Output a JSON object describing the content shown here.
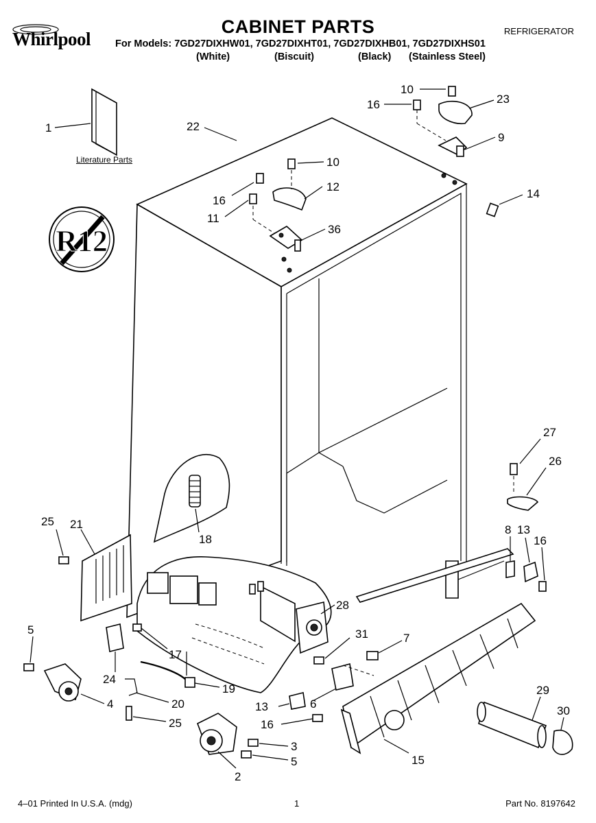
{
  "header": {
    "brand": "Whirlpool",
    "title": "CABINET PARTS",
    "category": "REFRIGERATOR",
    "models_line": "For Models: 7GD27DIXHW01, 7GD27DIXHT01, 7GD27DIXHB01, 7GD27DIXHS01",
    "variants": [
      "(White)",
      "(Biscuit)",
      "(Black)",
      "(Stainless Steel)"
    ]
  },
  "badge": {
    "text": "R12"
  },
  "literature": {
    "label": "Literature Parts"
  },
  "callouts": [
    "1",
    "22",
    "10",
    "16",
    "23",
    "9",
    "10",
    "12",
    "16",
    "11",
    "36",
    "14",
    "27",
    "26",
    "18",
    "25",
    "21",
    "8",
    "13",
    "16",
    "28",
    "5",
    "31",
    "7",
    "17",
    "24",
    "19",
    "6",
    "20",
    "13",
    "4",
    "25",
    "16",
    "29",
    "30",
    "3",
    "5",
    "15",
    "2"
  ],
  "footer": {
    "left": "4–01 Printed In U.S.A. (mdg)",
    "page": "1",
    "part_no": "Part No. 8197642"
  }
}
